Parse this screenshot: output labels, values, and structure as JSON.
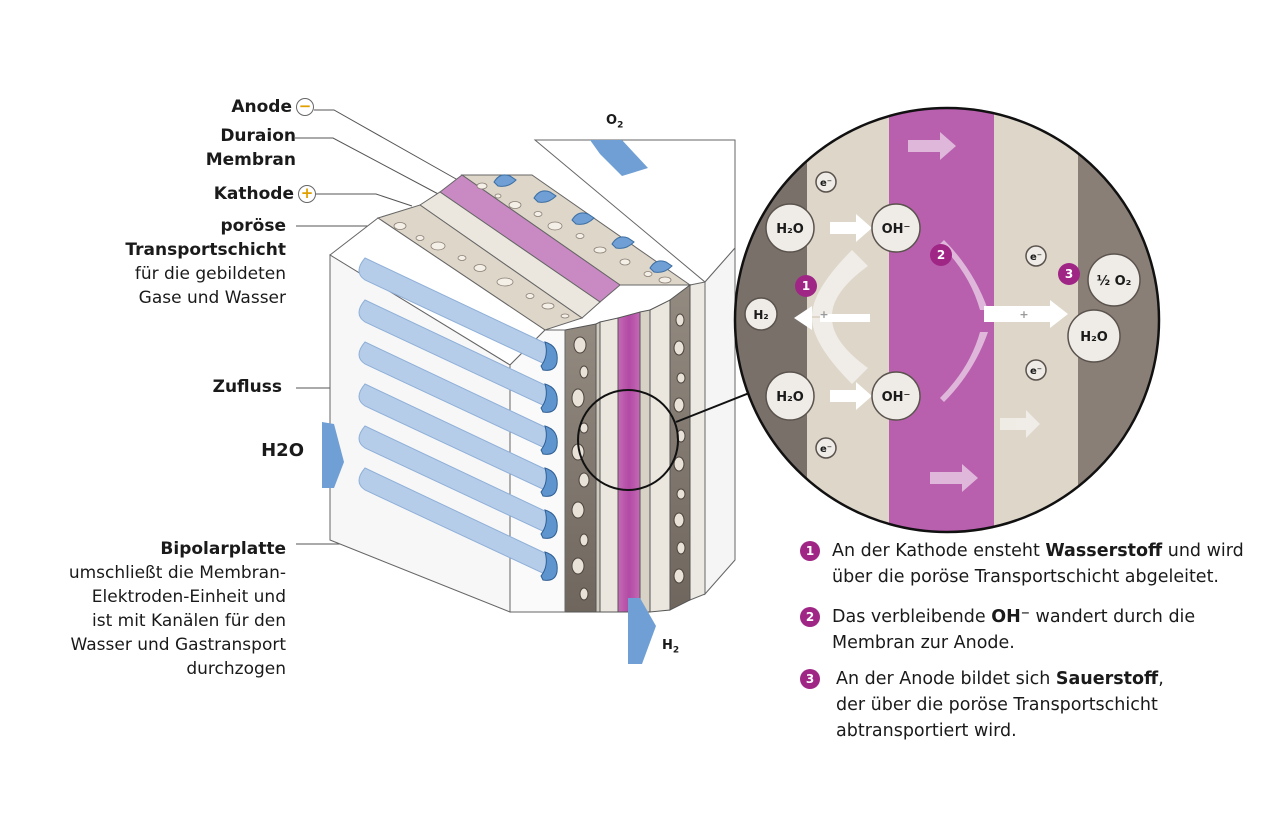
{
  "labels": {
    "anode": "Anode",
    "membrane_line1": "Duraion",
    "membrane_line2": "Membran",
    "cathode": "Kathode",
    "ptl_line1": "poröse",
    "ptl_line2": "Transportschicht",
    "ptl_desc1": "für die gebildeten",
    "ptl_desc2": "Gase und Wasser",
    "inflow": "Zufluss",
    "inflow_medium": "H2O",
    "bipolar_title": "Bipolarplatte",
    "bipolar_desc1": "umschließt die Membran-",
    "bipolar_desc2": "Elektroden-Einheit und",
    "bipolar_desc3": "ist mit Kanälen für den",
    "bipolar_desc4": "Wasser und Gastransport",
    "bipolar_desc5": "durchzogen",
    "anode_sign": "−",
    "cathode_sign": "+"
  },
  "flows": {
    "o2_main": "O",
    "o2_sub": "2",
    "h2_main": "H",
    "h2_sub": "2"
  },
  "zoom": {
    "molecules": {
      "h2o": "H₂O",
      "oh": "OH⁻",
      "e": "e⁻",
      "h2": "H₂",
      "half_o2": "½ O₂",
      "plus": "+"
    },
    "step_badges": [
      "1",
      "2",
      "3"
    ]
  },
  "legend": [
    {
      "num": "1",
      "before": "An der Kathode ensteht ",
      "bold": "Wasserstoff",
      "after": " und wird",
      "line2": "über die poröse Transportschicht abgeleitet."
    },
    {
      "num": "2",
      "before": "Das verbleibende ",
      "bold": "OH⁻",
      "after": " wandert durch die",
      "line2": "Membran zur Anode."
    },
    {
      "num": "3",
      "before": "An der Anode bildet sich ",
      "bold": "Sauerstoff",
      "after": ",",
      "line2": "der über die poröse Transportschicht",
      "line3": "abtransportiert wird."
    }
  ],
  "colors": {
    "membrane": "#c98ac4",
    "membrane_dark": "#a02686",
    "ptl": "#9b8f84",
    "catalyst": "#e9e3d6",
    "channel": "#a9c5e6",
    "channel_dark": "#5f95cf",
    "arrow_blue": "#5f95cf",
    "badge": "#a02686"
  }
}
